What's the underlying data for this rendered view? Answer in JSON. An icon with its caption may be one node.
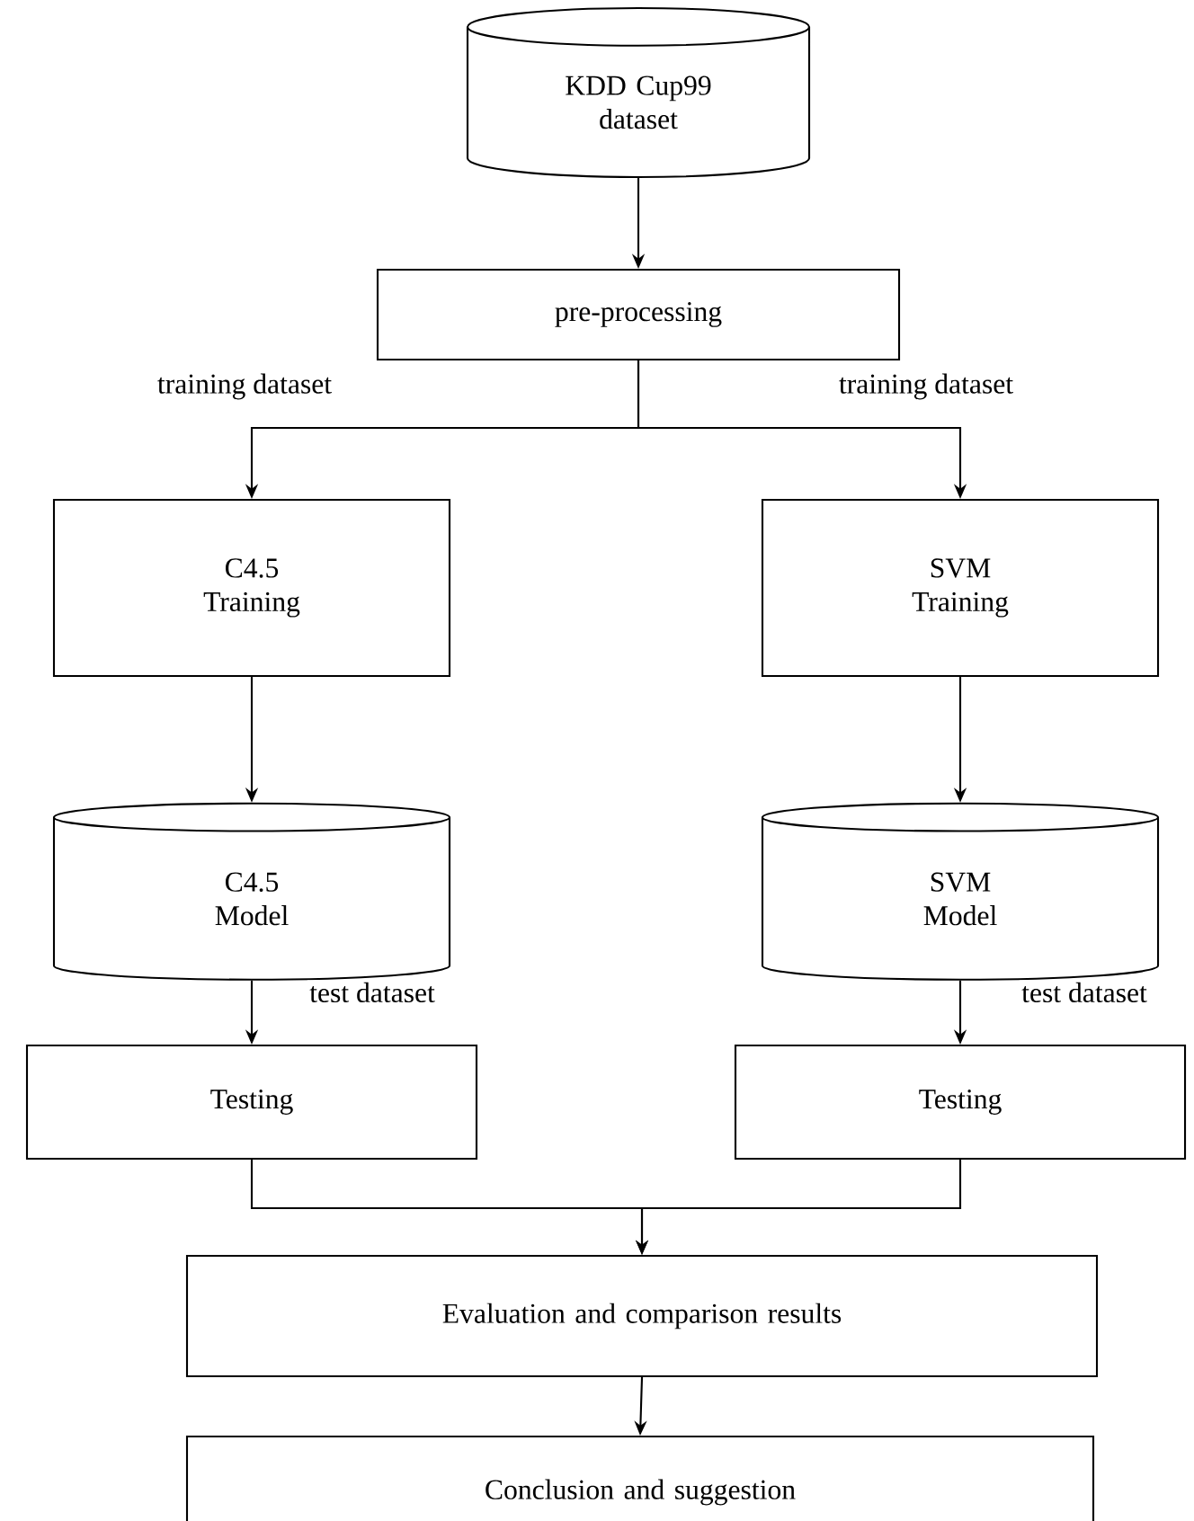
{
  "diagram": {
    "nodes": [
      {
        "text": [
          "KDD Cup99 dataset"
        ]
      },
      {
        "text": [
          "pre-processing"
        ]
      },
      {
        "text": [
          "C4.5 Training"
        ]
      },
      {
        "text": [
          "SVM Training"
        ]
      },
      {
        "text": [
          "C4.5 Model"
        ]
      },
      {
        "text": [
          "SVM Model"
        ]
      },
      {
        "text": [
          "Testing"
        ]
      },
      {
        "text": [
          "Testing"
        ]
      },
      {
        "text": [
          "Evaluation and comparison results"
        ]
      },
      {
        "text": [
          "Conclusion and suggestion"
        ]
      }
    ],
    "edges": [
      {
        "from": 0,
        "to": 1,
        "arrow": "to"
      },
      {
        "from": 1,
        "to": 2,
        "arrow": "to",
        "label": "training dataset"
      },
      {
        "from": 1,
        "to": 3,
        "arrow": "to",
        "label": "training dataset"
      },
      {
        "from": 2,
        "to": 4,
        "arrow": "to"
      },
      {
        "from": 3,
        "to": 5,
        "arrow": "to"
      },
      {
        "from": 4,
        "to": 6,
        "arrow": "to",
        "label": "test dataset"
      },
      {
        "from": 5,
        "to": 7,
        "arrow": "to",
        "label": "test dataset"
      },
      {
        "from": 6,
        "to": 8,
        "arrow": "to"
      },
      {
        "from": 7,
        "to": 8,
        "arrow": "to"
      },
      {
        "from": 8,
        "to": 9,
        "arrow": "to"
      }
    ]
  }
}
